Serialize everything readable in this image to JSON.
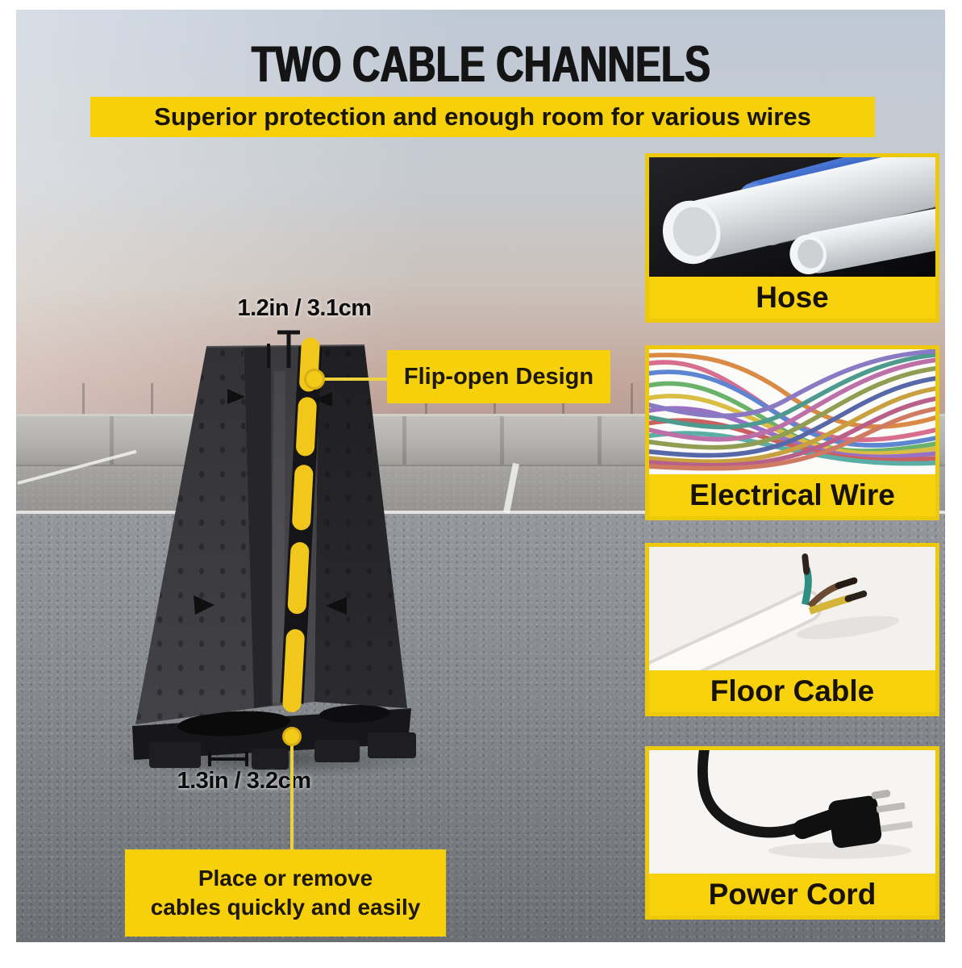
{
  "header": {
    "title": "TWO CABLE CHANNELS",
    "banner": "Superior protection and enough room for various wires"
  },
  "annotations": {
    "top_dimension": "1.2in / 3.1cm",
    "bottom_dimension": "1.3in / 3.2cm",
    "flip_callout": "Flip-open Design",
    "place_callout_line1": "Place or remove",
    "place_callout_line2": "cables quickly and easily"
  },
  "cards": [
    {
      "label": "Hose"
    },
    {
      "label": "Electrical Wire"
    },
    {
      "label": "Floor Cable"
    },
    {
      "label": "Power Cord"
    }
  ],
  "colors": {
    "accent_yellow": "#f6d00b",
    "stripe_yellow": "#f2c71c",
    "title_black": "#141414",
    "asphalt_gray": "#84878b"
  }
}
